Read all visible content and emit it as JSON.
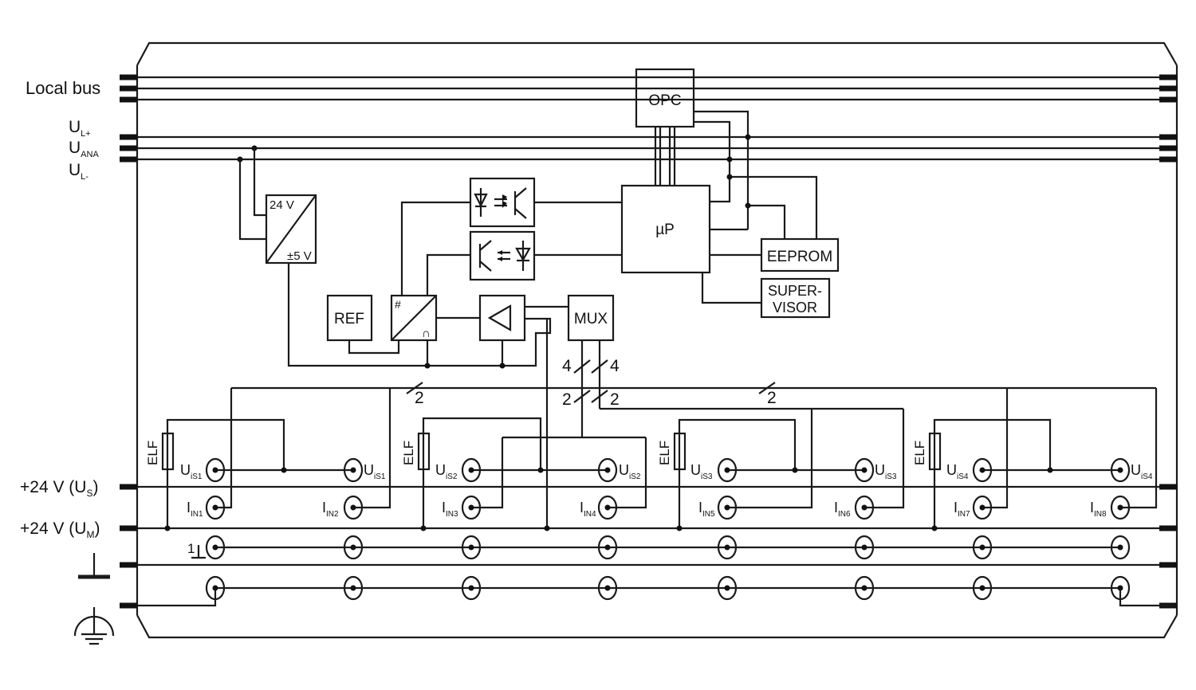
{
  "rails": {
    "local_bus": "Local bus",
    "ul_plus_main": "U",
    "ul_plus_sub": "L+",
    "uana_main": "U",
    "uana_sub": "ANA",
    "ul_minus_main": "U",
    "ul_minus_sub": "L-",
    "us_label": "+24 V (U",
    "us_sub": "S",
    "us_close": ")",
    "um_label": "+24 V (U",
    "um_sub": "M",
    "um_close": ")"
  },
  "blocks": {
    "opc": "OPC",
    "up": "µP",
    "eeprom": "EEPROM",
    "supervisor_1": "SUPER-",
    "supervisor_2": "VISOR",
    "ref": "REF",
    "mux": "MUX",
    "conv_in": "24 V",
    "conv_out": "±5 V",
    "adc_hash": "#",
    "adc_cap": "∩"
  },
  "bus_marks": {
    "mux_left": "4",
    "mux_right": "4",
    "lower_left": "2",
    "lower_right": "2",
    "left_bus": "2",
    "right_bus": "2"
  },
  "channels": {
    "elf": "ELF",
    "u_main": "U",
    "i_main": "I",
    "us": [
      "iS1",
      "iS1",
      "iS2",
      "iS2",
      "iS3",
      "iS3",
      "iS4",
      "iS4"
    ],
    "iin": [
      "IN1",
      "IN2",
      "IN3",
      "IN4",
      "IN5",
      "IN6",
      "IN7",
      "IN8"
    ],
    "ground_label": "1"
  }
}
